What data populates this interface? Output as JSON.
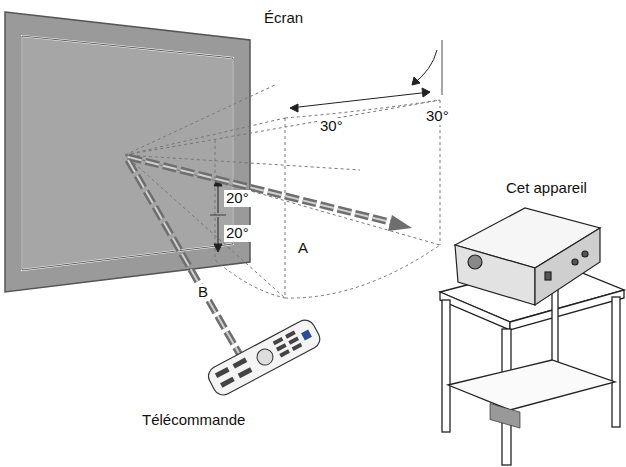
{
  "diagram": {
    "labels": [
      "Écran",
      "30°",
      "30°",
      "20°",
      "20°",
      "A",
      "B",
      "Cet appareil",
      "Télécommande"
    ]
  }
}
